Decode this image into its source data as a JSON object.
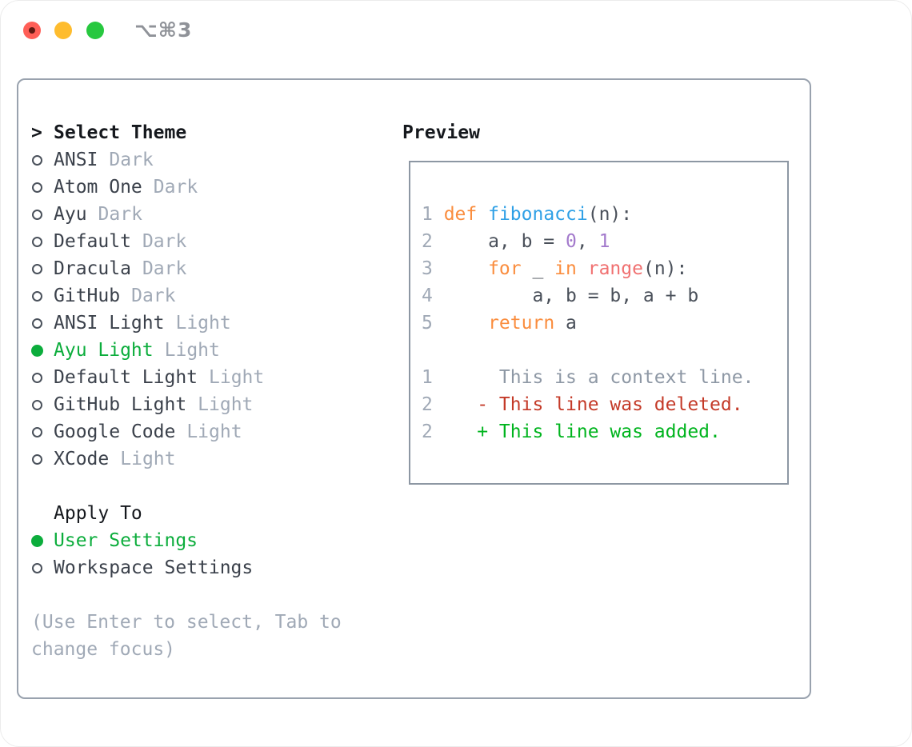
{
  "colors": {
    "accent-green": "#0cad3c",
    "added-green": "#00b41e",
    "deleted-red": "#c43a28",
    "keyword-orange": "#fa8d3e",
    "function-blue": "#2fa0e6",
    "builtin-coral": "#f07171",
    "number-purple": "#a37acc",
    "ink": "#3b414b",
    "code-ink": "#4a505a",
    "muted": "#a0a9b6",
    "context-gray": "#8e98a5",
    "heading-black": "#15181d",
    "border-outer": "#99a2ae",
    "border-inner": "#8d97a3",
    "titlebar-gray": "#8f9298",
    "traffic-red": "#ff5f57",
    "traffic-red-dot": "#611a12",
    "traffic-yellow": "#febc2e",
    "traffic-green": "#27c83f"
  },
  "titlebar": {
    "title": "⌥⌘3"
  },
  "theme_picker": {
    "prompt_marker": ">",
    "title": "Select Theme",
    "themes": [
      {
        "name": "ANSI",
        "variant": "Dark",
        "selected": false
      },
      {
        "name": "Atom One",
        "variant": "Dark",
        "selected": false
      },
      {
        "name": "Ayu",
        "variant": "Dark",
        "selected": false
      },
      {
        "name": "Default",
        "variant": "Dark",
        "selected": false
      },
      {
        "name": "Dracula",
        "variant": "Dark",
        "selected": false
      },
      {
        "name": "GitHub",
        "variant": "Dark",
        "selected": false
      },
      {
        "name": "ANSI Light",
        "variant": "Light",
        "selected": false
      },
      {
        "name": "Ayu Light",
        "variant": "Light",
        "selected": true
      },
      {
        "name": "Default Light",
        "variant": "Light",
        "selected": false
      },
      {
        "name": "GitHub Light",
        "variant": "Light",
        "selected": false
      },
      {
        "name": "Google Code",
        "variant": "Light",
        "selected": false
      },
      {
        "name": "XCode",
        "variant": "Light",
        "selected": false
      }
    ],
    "apply_title": "Apply To",
    "apply_options": [
      {
        "label": "User Settings",
        "selected": true
      },
      {
        "label": "Workspace Settings",
        "selected": false
      }
    ],
    "hint_lines": [
      "(Use Enter to select, Tab to",
      "change focus)"
    ]
  },
  "preview": {
    "title": "Preview",
    "code_lines": [
      {
        "num": "1",
        "tokens": [
          {
            "t": "def",
            "c": "kw"
          },
          {
            "t": " ",
            "c": "code"
          },
          {
            "t": "fibonacci",
            "c": "fn"
          },
          {
            "t": "(n):",
            "c": "code"
          }
        ]
      },
      {
        "num": "2",
        "tokens": [
          {
            "t": "    a, b = ",
            "c": "code"
          },
          {
            "t": "0",
            "c": "lit"
          },
          {
            "t": ", ",
            "c": "code"
          },
          {
            "t": "1",
            "c": "lit"
          }
        ]
      },
      {
        "num": "3",
        "tokens": [
          {
            "t": "    ",
            "c": "code"
          },
          {
            "t": "for",
            "c": "kw"
          },
          {
            "t": " _ ",
            "c": "code"
          },
          {
            "t": "in",
            "c": "kw"
          },
          {
            "t": " ",
            "c": "code"
          },
          {
            "t": "range",
            "c": "call"
          },
          {
            "t": "(n):",
            "c": "code"
          }
        ]
      },
      {
        "num": "4",
        "tokens": [
          {
            "t": "        a, b = b, a + b",
            "c": "code"
          }
        ]
      },
      {
        "num": "5",
        "tokens": [
          {
            "t": "    ",
            "c": "code"
          },
          {
            "t": "return",
            "c": "kw"
          },
          {
            "t": " a",
            "c": "code"
          }
        ]
      },
      {
        "num": "",
        "tokens": []
      },
      {
        "num": "1",
        "tokens": [
          {
            "t": "     This is a context line.",
            "c": "ctx"
          }
        ]
      },
      {
        "num": "2",
        "tokens": [
          {
            "t": "   - This line was deleted.",
            "c": "del"
          }
        ]
      },
      {
        "num": "2",
        "tokens": [
          {
            "t": "   + This line was added.",
            "c": "add"
          }
        ]
      }
    ]
  }
}
